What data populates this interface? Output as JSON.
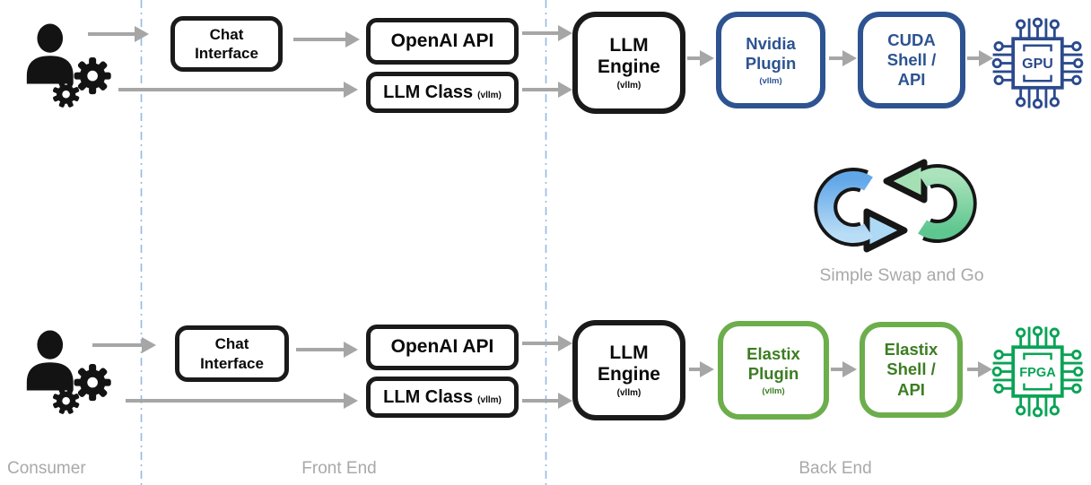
{
  "zones": {
    "consumer": "Consumer",
    "front_end": "Front End",
    "back_end": "Back End"
  },
  "swap": {
    "caption": "Simple Swap and Go"
  },
  "top_flow": {
    "chat": {
      "line1": "Chat",
      "line2": "Interface"
    },
    "openai_api": {
      "label": "OpenAI API"
    },
    "llm_class": {
      "label": "LLM Class",
      "sub": "(vllm)"
    },
    "llm_engine": {
      "line1": "LLM",
      "line2": "Engine",
      "sub": "(vllm)"
    },
    "plugin": {
      "line1": "Nvidia",
      "line2": "Plugin",
      "sub": "(vllm)"
    },
    "shell": {
      "line1": "CUDA",
      "line2": "Shell /",
      "line3": "API"
    },
    "chip": {
      "label": "GPU"
    }
  },
  "bottom_flow": {
    "chat": {
      "line1": "Chat",
      "line2": "Interface"
    },
    "openai_api": {
      "label": "OpenAI API"
    },
    "llm_class": {
      "label": "LLM Class",
      "sub": "(vllm)"
    },
    "llm_engine": {
      "line1": "LLM",
      "line2": "Engine",
      "sub": "(vllm)"
    },
    "plugin": {
      "line1": "Elastix",
      "line2": "Plugin",
      "sub": "(vllm)"
    },
    "shell": {
      "line1": "Elastix",
      "line2": "Shell /",
      "line3": "API"
    },
    "chip": {
      "label": "FPGA"
    }
  },
  "colors": {
    "accent_blue": "#2d5391",
    "accent_green_border": "#6cae4c",
    "accent_green_text": "#3c7d22",
    "chip_blue": "#2b4a8d",
    "chip_green": "#0aa356",
    "arrow_gray": "#a6a6a6",
    "divider_blue": "#94b9e4",
    "label_gray": "#a9a9a9",
    "box_black": "#1a1a1a",
    "swap_blue": "#61a7e8",
    "swap_green": "#5ec68f"
  }
}
